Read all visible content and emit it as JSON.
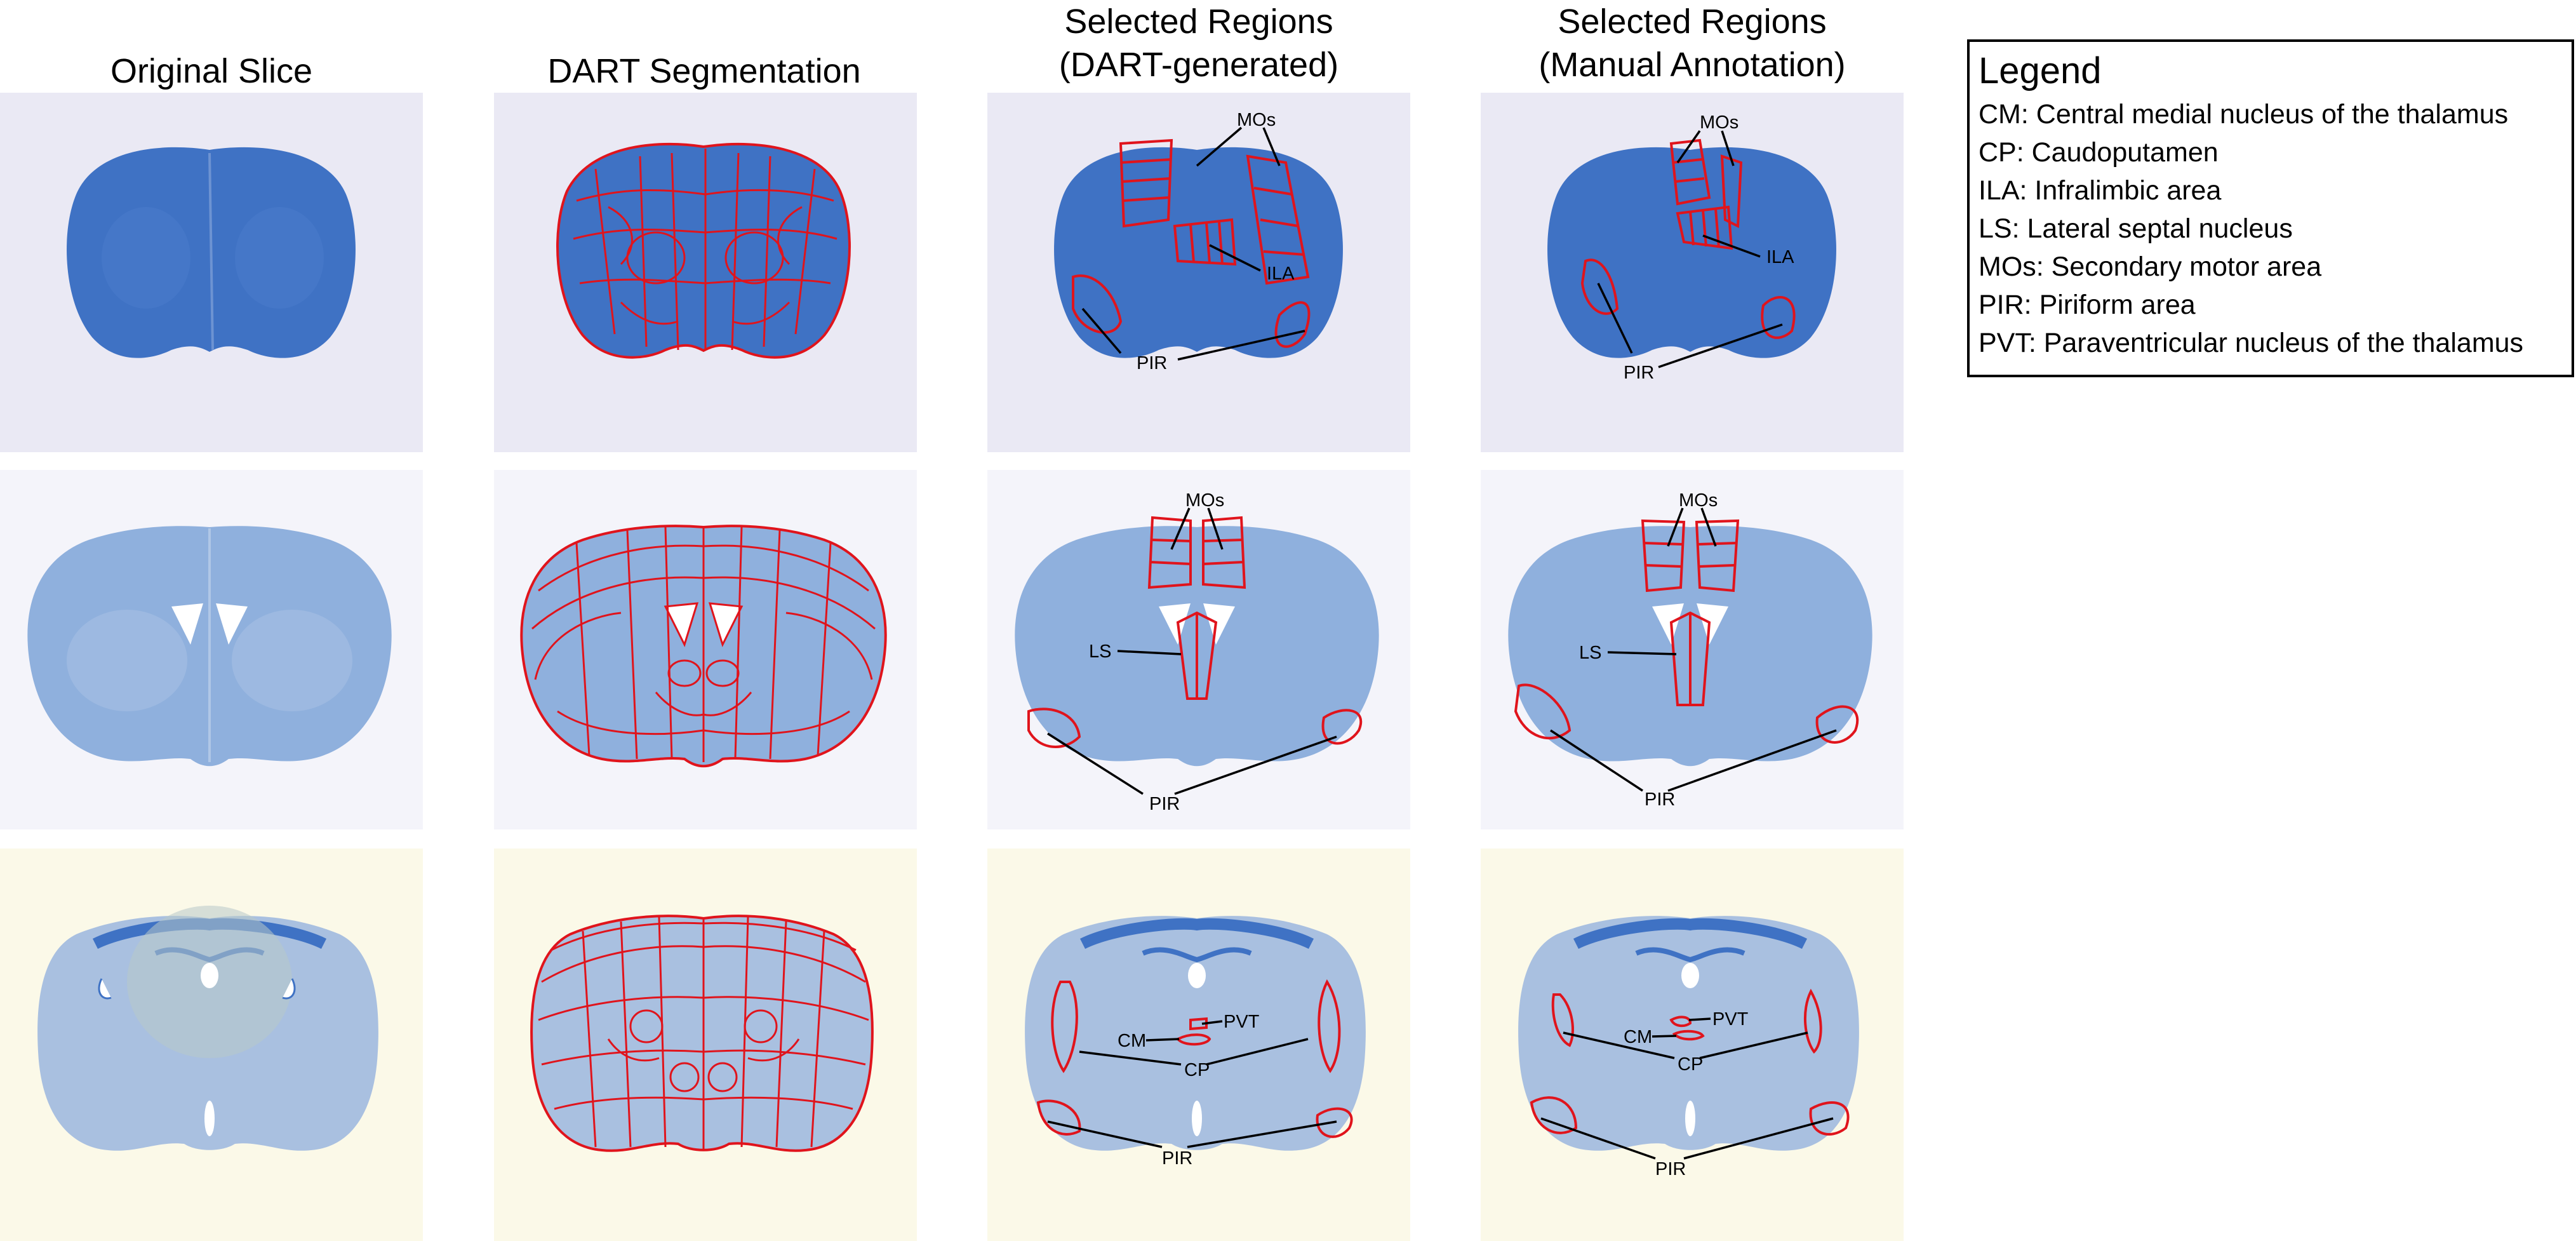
{
  "columns": [
    "Original Slice",
    "DART Segmentation",
    "Selected Regions\n(DART-generated)",
    "Selected Regions\n(Manual Annotation)"
  ],
  "column_titles": {
    "original": "Original Slice",
    "dart": "DART Segmentation",
    "dart_sel_1": "Selected Regions",
    "dart_sel_2": "(DART-generated)",
    "manual_1": "Selected Regions",
    "manual_2": "(Manual Annotation)"
  },
  "legend": {
    "title": "Legend",
    "items": [
      "CM: Central medial nucleus of the thalamus",
      "CP: Caudoputamen",
      "ILA: Infralimbic area",
      "LS: Lateral septal nucleus",
      "MOs: Secondary motor area",
      "PIR: Piriform area",
      "PVT: Paraventricular nucleus of the thalamus"
    ]
  },
  "region_labels": {
    "mos": "MOs",
    "ila": "ILA",
    "pir": "PIR",
    "ls": "LS",
    "pvt": "PVT",
    "cm": "CM",
    "cp": "CP"
  },
  "colors": {
    "stain": "#3f72c4",
    "stain_light": "#8fb0dd",
    "outline": "#e0141c",
    "row1_bg": "#eae9f4",
    "row2_bg": "#f4f4fa",
    "row3_bg": "#fbf9e8"
  }
}
